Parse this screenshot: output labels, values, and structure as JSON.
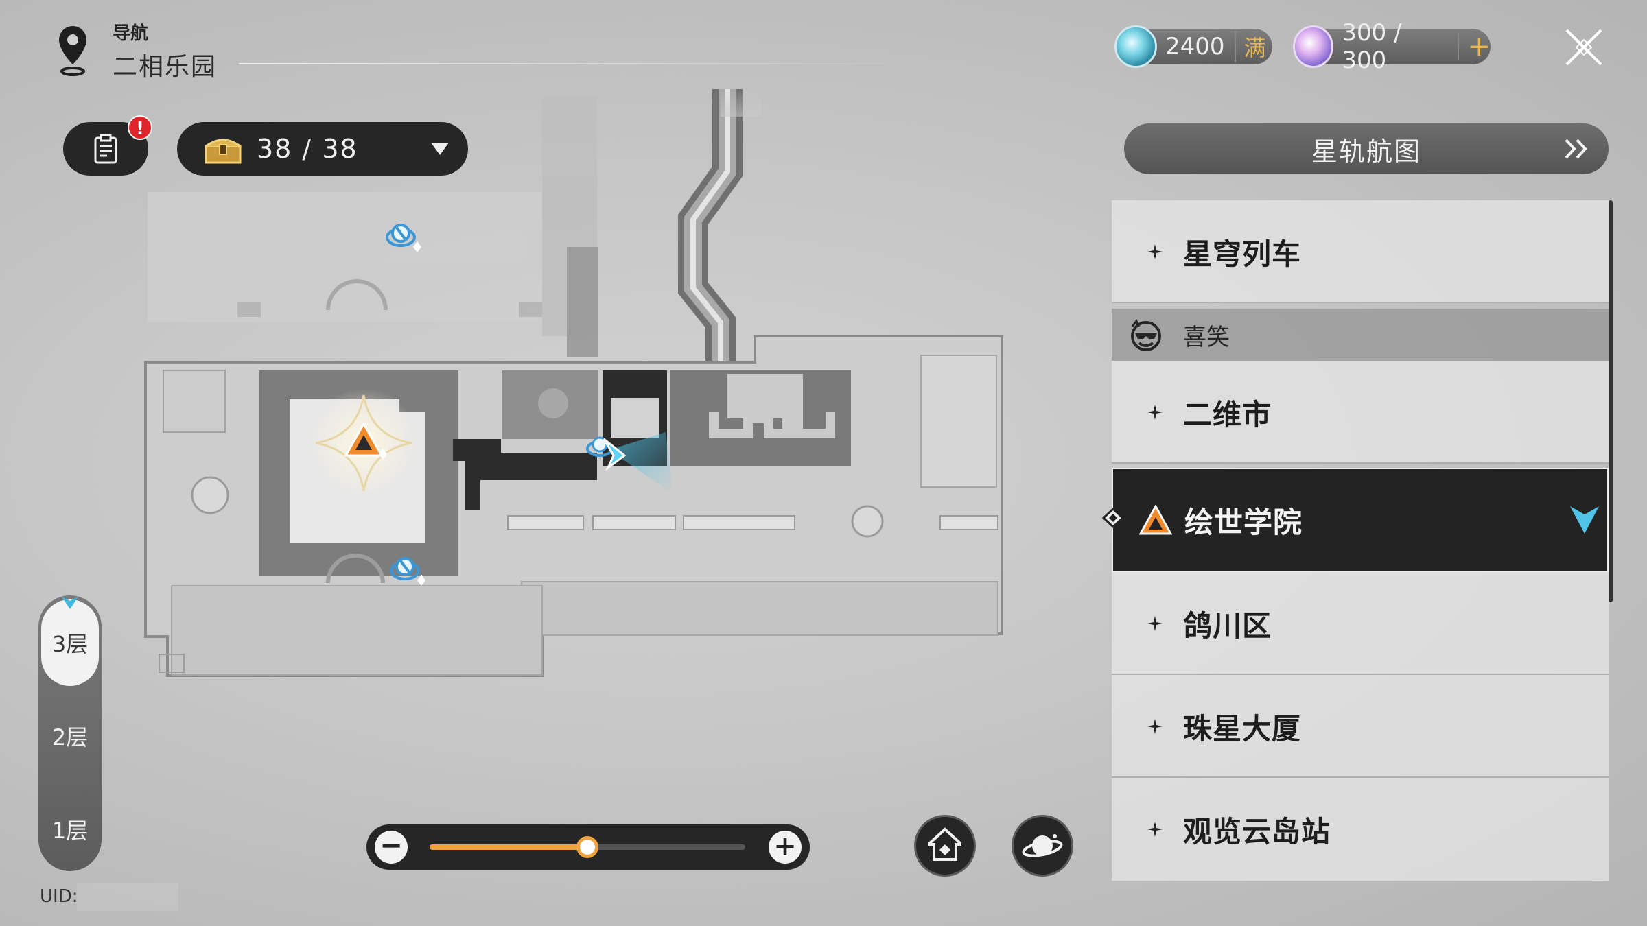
{
  "header": {
    "nav_label": "导航",
    "current_place": "二相乐园"
  },
  "currencies": [
    {
      "icon": "trailblaze-fuel-icon",
      "value": "2400",
      "tag": "满"
    },
    {
      "icon": "stellar-jade-icon",
      "value": "300 / 300",
      "tag": "+"
    }
  ],
  "toolbar": {
    "chest_count": "38 / 38",
    "mission_alert": "!"
  },
  "floors": {
    "items": [
      "3层",
      "2层",
      "1层"
    ],
    "selected": "3层"
  },
  "uid": {
    "label": "UID:"
  },
  "zoom": {
    "level": 0.5
  },
  "panel": {
    "star_map_label": "星轨航图",
    "locations": [
      {
        "name": "星穹列车"
      },
      {
        "faction": "喜笑"
      },
      {
        "name": "二维市"
      },
      {
        "name": "绘世学院",
        "selected": true
      },
      {
        "name": "鸽川区"
      },
      {
        "name": "珠星大厦"
      },
      {
        "name": "观览云岛站"
      }
    ]
  },
  "colors": {
    "accent_orange": "#f0a23d",
    "accent_cyan": "#4fc3e8",
    "panel_dark": "#262626",
    "alert_red": "#e0262b"
  }
}
